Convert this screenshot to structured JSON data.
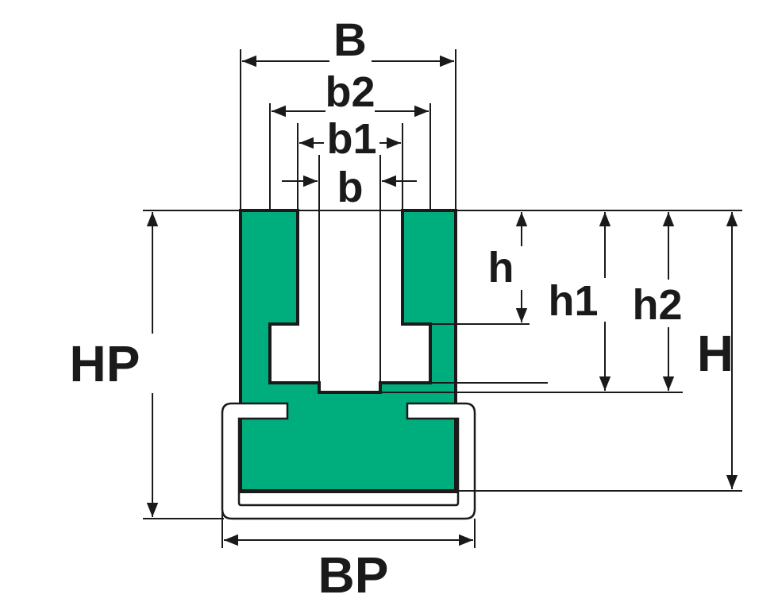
{
  "colors": {
    "profile_fill": "#00AD7C",
    "line": "#1a1a1a",
    "carrier_fill": "#ffffff"
  },
  "labels": {
    "B": "B",
    "b2": "b2",
    "b1": "b1",
    "b": "b",
    "h": "h",
    "h1": "h1",
    "h2": "h2",
    "H": "H",
    "HP": "HP",
    "BP": "BP"
  }
}
